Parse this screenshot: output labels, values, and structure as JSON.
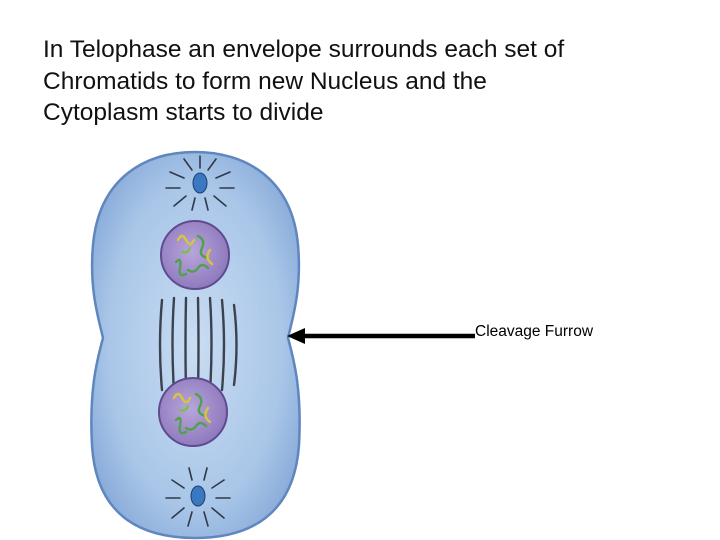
{
  "slide": {
    "title_lines": [
      "In Telophase an envelope surrounds each set of",
      "Chromatids to form new Nucleus and the",
      "Cytoplasm starts to divide"
    ]
  },
  "diagram": {
    "callout_label": "Cleavage Furrow",
    "colors": {
      "cytoplasm": "#a9c6e8",
      "cytoplasm_edge": "#5f86bf",
      "nucleus": "#9a84c4",
      "chromatid_green": "#4fa24a",
      "chromatid_yellow": "#d8c53a",
      "spindle_fiber": "#3a4250",
      "arrow": "#000000"
    }
  }
}
